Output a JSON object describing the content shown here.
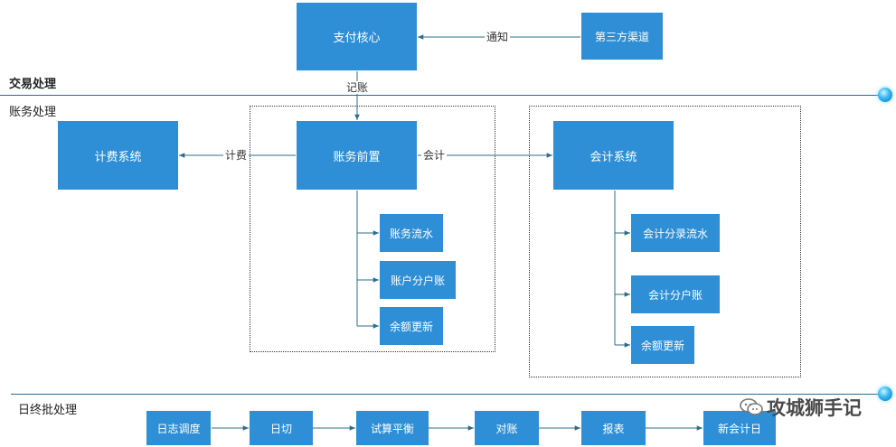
{
  "lanes": {
    "transaction": "交易处理",
    "accounting": "账务处理",
    "eod": "日终批处理"
  },
  "nodes": {
    "payment_core": "支付核心",
    "third_party": "第三方渠道",
    "billing_system": "计费系统",
    "account_front": "账务前置",
    "accounting_system": "会计系统",
    "account_flow": "账务流水",
    "sub_account_ledger": "账户分户账",
    "balance_update_1": "余额更新",
    "entry_flow": "会计分录流水",
    "accounting_sub_ledger": "会计分户账",
    "balance_update_2": "余额更新"
  },
  "edges": {
    "notify": "通知",
    "record": "记账",
    "charge": "计费",
    "accounting": "会计"
  },
  "batch_steps": [
    "日志调度",
    "日切",
    "试算平衡",
    "对账",
    "报表",
    "新会计日"
  ],
  "watermark": "攻城狮手记",
  "colors": {
    "box": "#2e8fd6",
    "line": "#2c6e8a"
  }
}
